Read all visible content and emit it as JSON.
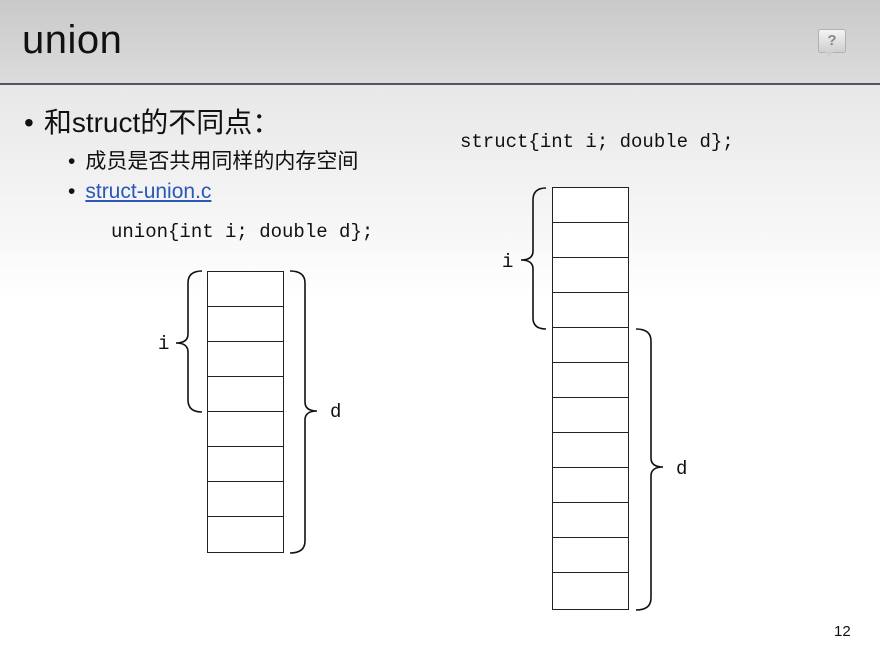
{
  "slide": {
    "title": "union",
    "help_label": "?",
    "bullet": "和struct的不同点：",
    "sub_bullets": [
      {
        "text": "成员是否共用同样的内存空间"
      },
      {
        "text": "struct-union.c",
        "link": true
      }
    ],
    "union_code": "union{int i; double d};",
    "struct_code": "struct{int i; double d};",
    "union_diagram": {
      "cells": 8,
      "i_label": "i",
      "d_label": "d"
    },
    "struct_diagram": {
      "cells": 12,
      "i_label": "i",
      "d_label": "d"
    },
    "page_number": "12",
    "colors": {
      "link": "#2b58b6",
      "title_rule": "#5b4f6e"
    }
  }
}
